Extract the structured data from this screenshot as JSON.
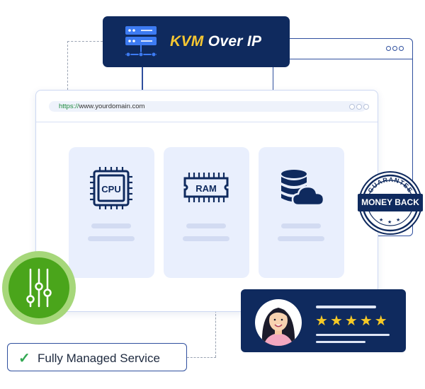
{
  "header": {
    "title_highlight": "KVM",
    "title_rest": "Over IP",
    "icon": "server-rack-icon"
  },
  "browser": {
    "url_protocol": "https://",
    "url_host": "www.yourdomain.com",
    "cards": [
      {
        "icon": "cpu-chip-icon",
        "label": "CPU"
      },
      {
        "icon": "ram-module-icon",
        "label": "RAM"
      },
      {
        "icon": "database-cloud-icon",
        "label": ""
      }
    ]
  },
  "badge": {
    "top_text": "GUARANTEE",
    "main_text": "MONEY BACK",
    "icon": "guarantee-seal-icon"
  },
  "feature": {
    "label": "Fully Managed Service",
    "icon": "checkmark-icon"
  },
  "review": {
    "rating": 5,
    "max_rating": 5,
    "icon": "star-icon"
  },
  "colors": {
    "navy": "#0f2a5e",
    "yellow": "#f7c832",
    "green": "#4aa51b",
    "light_green": "#a6d77a",
    "card_bg": "#e9effd",
    "outline_blue": "#2f4f9e"
  }
}
